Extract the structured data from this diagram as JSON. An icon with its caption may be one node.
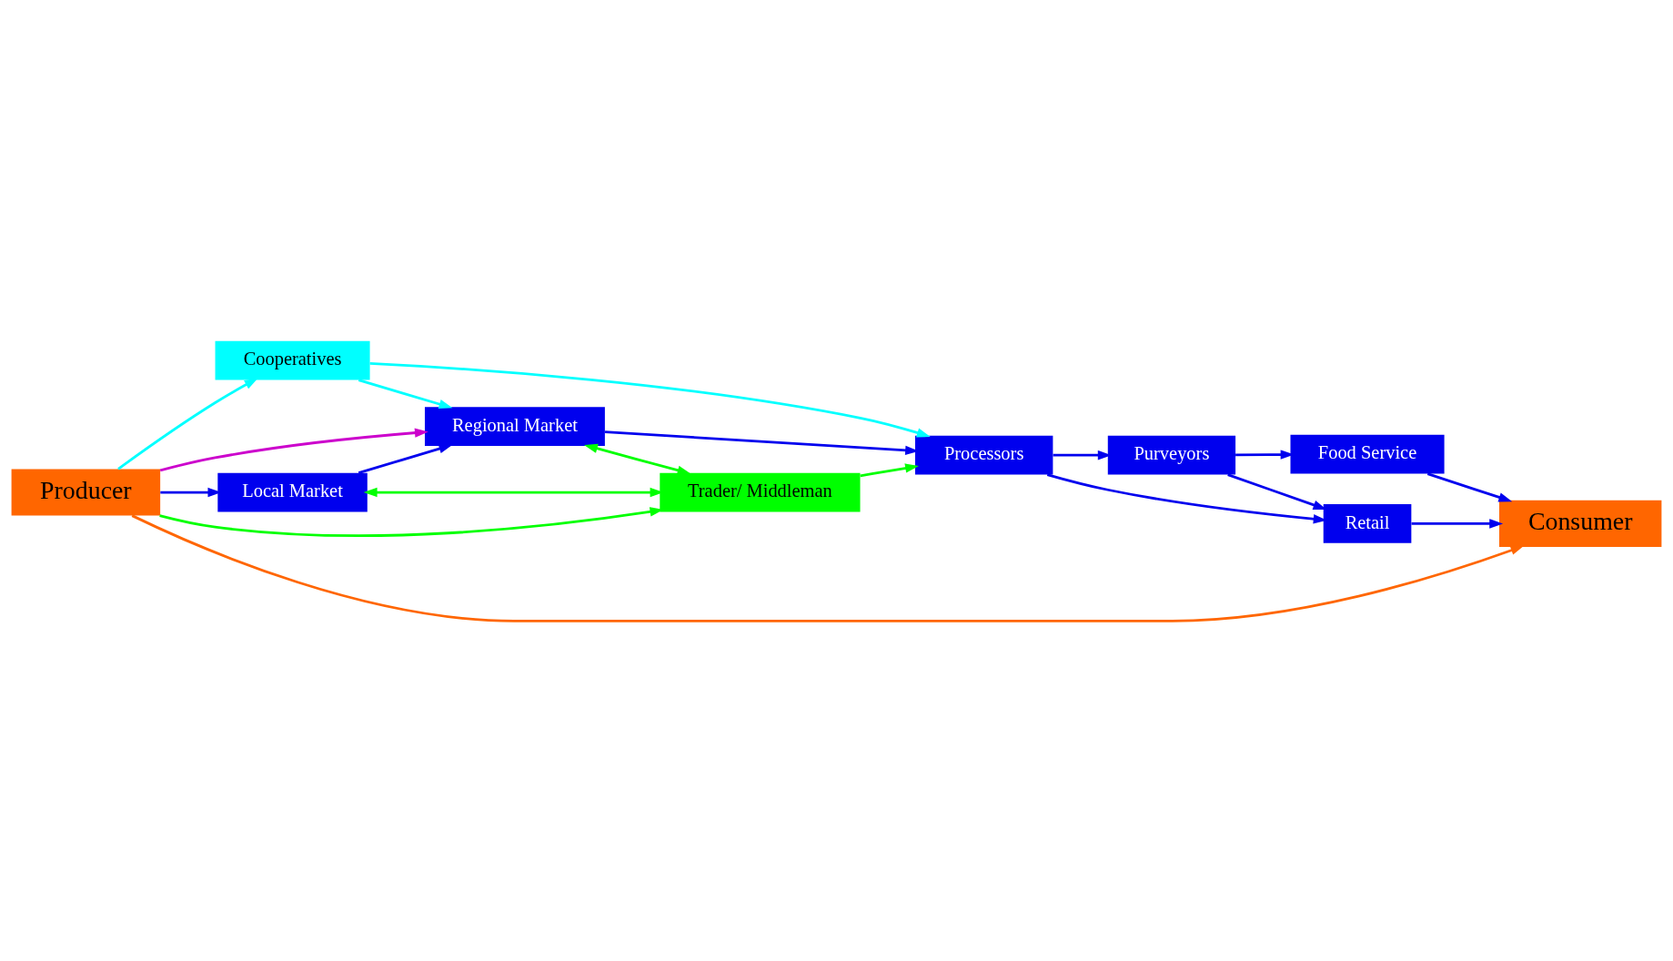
{
  "diagram": {
    "nodes": [
      {
        "text": [
          "Producer"
        ]
      },
      {
        "text": [
          "Local Market"
        ]
      },
      {
        "text": [
          "Regional Market"
        ]
      },
      {
        "text": [
          "Trader/ Middleman"
        ]
      },
      {
        "text": [
          "Cooperatives"
        ]
      },
      {
        "text": [
          "Processors"
        ]
      },
      {
        "text": [
          "Purveyors"
        ]
      },
      {
        "text": [
          "Retail"
        ]
      },
      {
        "text": [
          "Food Service"
        ]
      },
      {
        "text": [
          "Consumer"
        ]
      }
    ],
    "edges": [
      {
        "from": 0,
        "to": 1,
        "arrow": "to"
      },
      {
        "from": 0,
        "to": 2,
        "arrow": "to",
        "color": "#cc00cc"
      },
      {
        "from": 0,
        "to": 3,
        "arrow": "to",
        "color": "#00ff00"
      },
      {
        "from": 0,
        "to": 4,
        "arrow": "to",
        "color": "#00ffff"
      },
      {
        "from": 0,
        "to": 9,
        "arrow": "to",
        "color": "#ff6600"
      },
      {
        "from": 1,
        "to": 2,
        "arrow": "to"
      },
      {
        "from": 1,
        "to": 3,
        "arrow": "both",
        "color": "#00ff00"
      },
      {
        "from": 2,
        "to": 5,
        "arrow": "to"
      },
      {
        "from": 2,
        "to": 3,
        "arrow": "both",
        "color": "#00ff00"
      },
      {
        "from": 3,
        "to": 5,
        "arrow": "to",
        "color": "#00ff00"
      },
      {
        "from": 4,
        "to": 5,
        "arrow": "to",
        "color": "#00ffff"
      },
      {
        "from": 4,
        "to": 2,
        "arrow": "to",
        "color": "#00ffff"
      },
      {
        "from": 5,
        "to": 6,
        "arrow": "to"
      },
      {
        "from": 5,
        "to": 7,
        "arrow": "to"
      },
      {
        "from": 6,
        "to": 7,
        "arrow": "to"
      },
      {
        "from": 6,
        "to": 8,
        "arrow": "to"
      },
      {
        "from": 7,
        "to": 9,
        "arrow": "to"
      },
      {
        "from": 8,
        "to": 9,
        "arrow": "to"
      }
    ]
  }
}
